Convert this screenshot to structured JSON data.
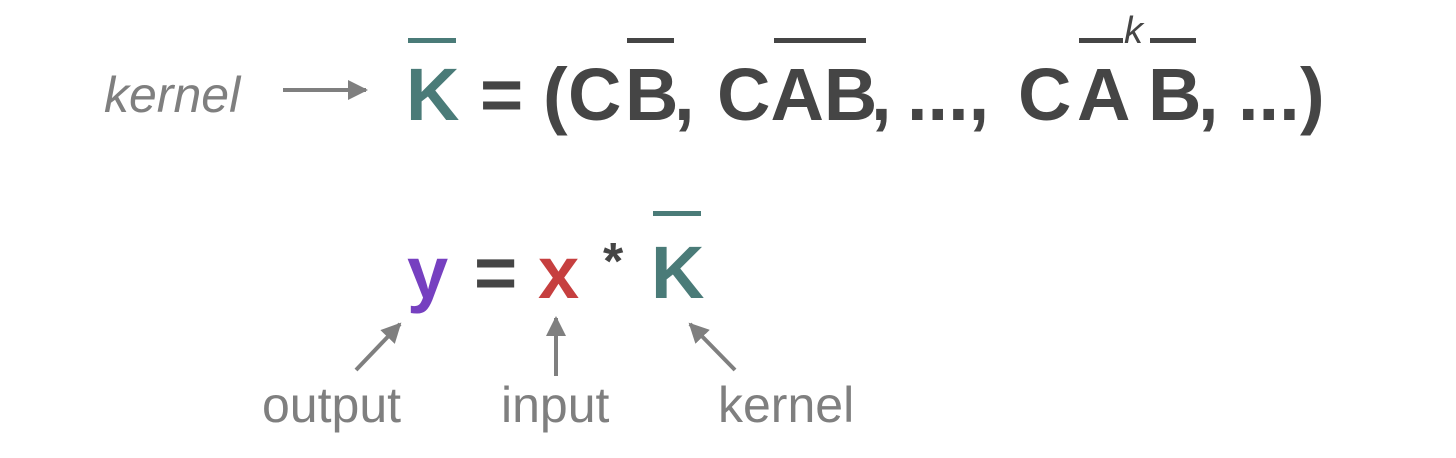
{
  "top": {
    "kernel_label": "kernel",
    "K": "K",
    "equals": "=",
    "open_paren": "(",
    "term1_C": "C",
    "term1_B": "B",
    "comma1": ",",
    "term2_CAB": "CAB",
    "comma2": ",",
    "ellipsis1": "...,",
    "term3_C": "C",
    "term3_A": "A",
    "term3_k": "k",
    "term3_B": "B",
    "comma3": ",",
    "ellipsis2": "...",
    "close_paren": ")"
  },
  "bottom": {
    "y": "y",
    "equals": "=",
    "x": "x",
    "star": "*",
    "K": "K",
    "output_label": "output",
    "input_label": "input",
    "kernel_label": "kernel"
  },
  "colors": {
    "K": "#4a7b78",
    "y": "#7640c0",
    "x": "#c63f3f",
    "text": "#454545",
    "annotation": "#7f7f7f"
  }
}
